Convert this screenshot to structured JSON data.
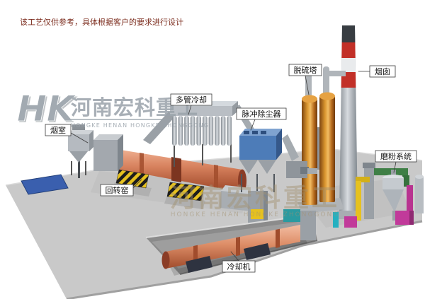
{
  "disclaimer": "该工艺仅供参考，具体根据客户的要求进行设计",
  "watermark": {
    "logo": "HK",
    "company_cn": "河南宏科重工",
    "company_en": "HONGKE HENAN HONGKE ZHONGGONG"
  },
  "labels": {
    "smoke_chamber": "烟室",
    "multi_tube_cooler": "多管冷却",
    "pulse_dust_collector": "脉冲除尘器",
    "desulfurization_tower": "脱硫塔",
    "chimney": "烟囱",
    "grinding_system": "磨粉系统",
    "rotary_kiln": "回转窑",
    "cooler": "冷却机"
  },
  "colors": {
    "kiln_salmon": "#d8835f",
    "dust_collector_blue": "#4d7cb8",
    "desulfurization_amber": "#d9952f",
    "chimney_red": "#c23028",
    "hazard_yellow": "#e6c11f",
    "ground_gray": "#c9c9c9",
    "pool_blue": "#3a5fae",
    "magenta": "#c13a9a",
    "pipe_green": "#3f7f46"
  }
}
